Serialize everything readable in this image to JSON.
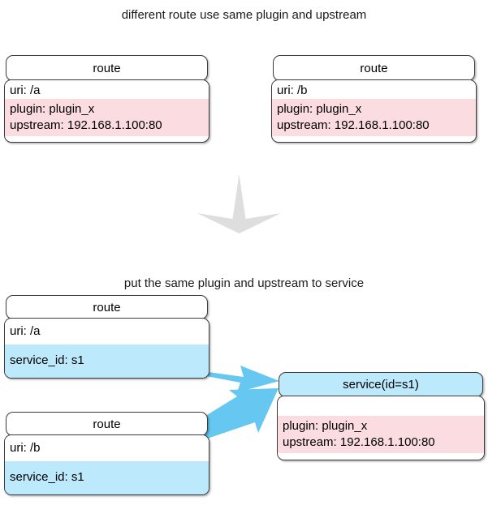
{
  "diagram": {
    "title_top": "different route use same plugin and upstream",
    "title_bottom": "put the same plugin and upstream to service",
    "colors": {
      "plugin_highlight": "#FBDCE0",
      "service_highlight": "#BCE9FB",
      "arrow_blue": "#66C7F0",
      "arrow_gray": "#DEDEDE",
      "border": "#3A3A3A"
    },
    "top_section": {
      "routes": [
        {
          "header": "route",
          "uri": "uri: /a",
          "plugin": "plugin: plugin_x",
          "upstream": "upstream: 192.168.1.100:80"
        },
        {
          "header": "route",
          "uri": "uri: /b",
          "plugin": "plugin: plugin_x",
          "upstream": "upstream: 192.168.1.100:80"
        }
      ]
    },
    "bottom_section": {
      "routes": [
        {
          "header": "route",
          "uri": "uri: /a",
          "service_id": "service_id: s1"
        },
        {
          "header": "route",
          "uri": "uri: /b",
          "service_id": "service_id: s1"
        }
      ],
      "service": {
        "header": "service(id=s1)",
        "plugin": "plugin: plugin_x",
        "upstream": "upstream: 192.168.1.100:80"
      }
    },
    "icons": {
      "transform_arrow": "down-arrow-icon",
      "link_arrow": "arrow-right-icon"
    }
  }
}
